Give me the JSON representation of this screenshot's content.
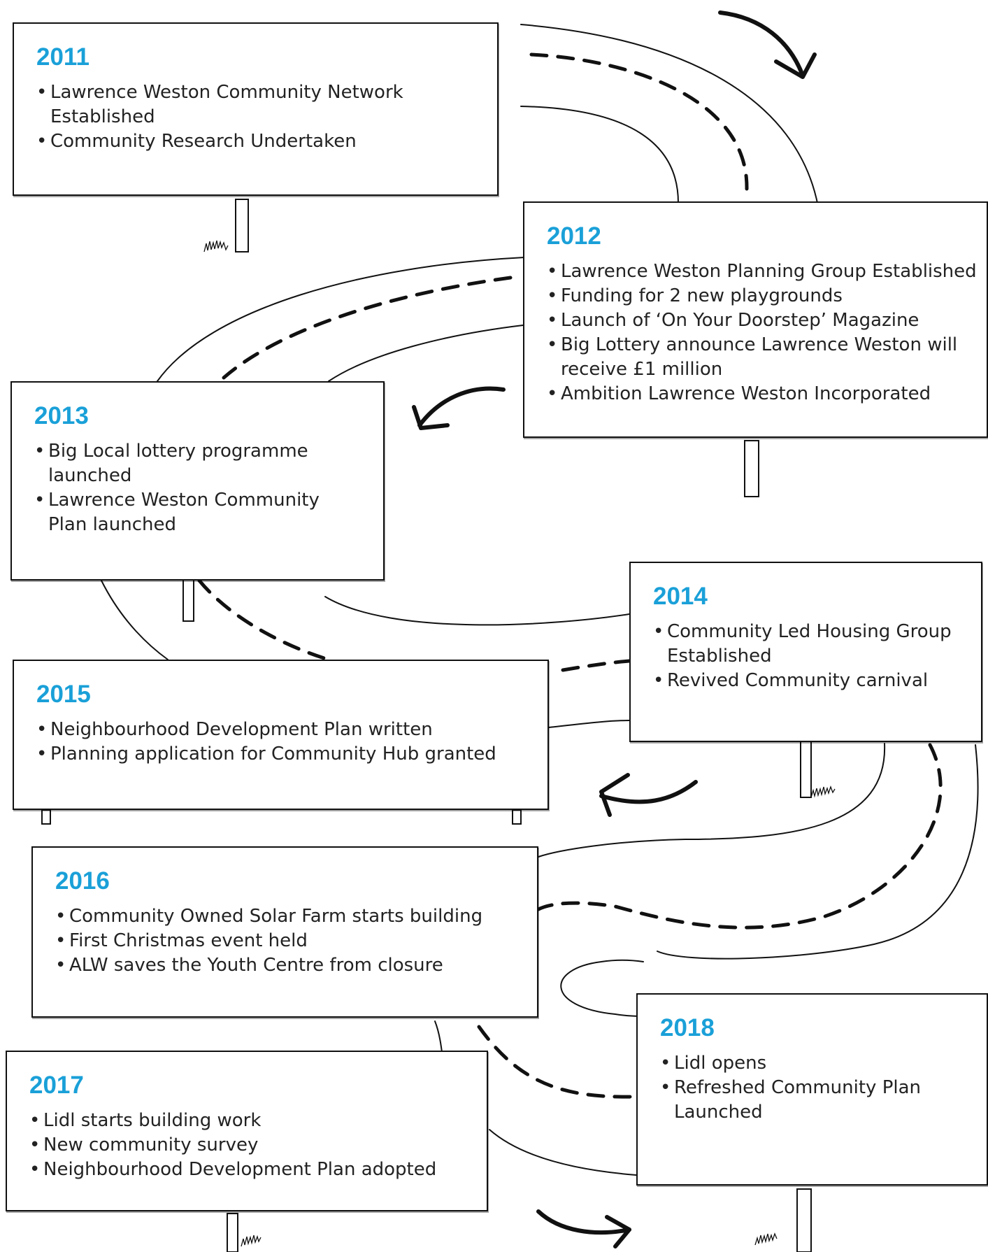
{
  "timeline": [
    {
      "year": "2011",
      "items": [
        "Lawrence Weston Community Network Established",
        "Community Research Undertaken"
      ]
    },
    {
      "year": "2012",
      "items": [
        "Lawrence Weston Planning Group Established",
        "Funding for 2 new playgrounds",
        "Launch of ‘On Your Doorstep’ Magazine",
        "Big Lottery announce Lawrence Weston will receive £1 million",
        "Ambition Lawrence Weston Incorporated"
      ]
    },
    {
      "year": "2013",
      "items": [
        "Big Local lottery programme launched",
        "Lawrence Weston Community Plan launched"
      ]
    },
    {
      "year": "2014",
      "items": [
        "Community Led Housing Group Established",
        "Revived Community carnival"
      ]
    },
    {
      "year": "2015",
      "items": [
        "Neighbourhood Development Plan written",
        "Planning application for Community Hub granted"
      ]
    },
    {
      "year": "2016",
      "items": [
        "Community Owned Solar Farm starts building",
        "First Christmas event held",
        "ALW saves the Youth Centre from closure"
      ]
    },
    {
      "year": "2017",
      "items": [
        "Lidl starts building work",
        "New community survey",
        "Neighbourhood Development Plan adopted"
      ]
    },
    {
      "year": "2018",
      "items": [
        "Lidl opens",
        "Refreshed Community Plan Launched"
      ]
    }
  ]
}
